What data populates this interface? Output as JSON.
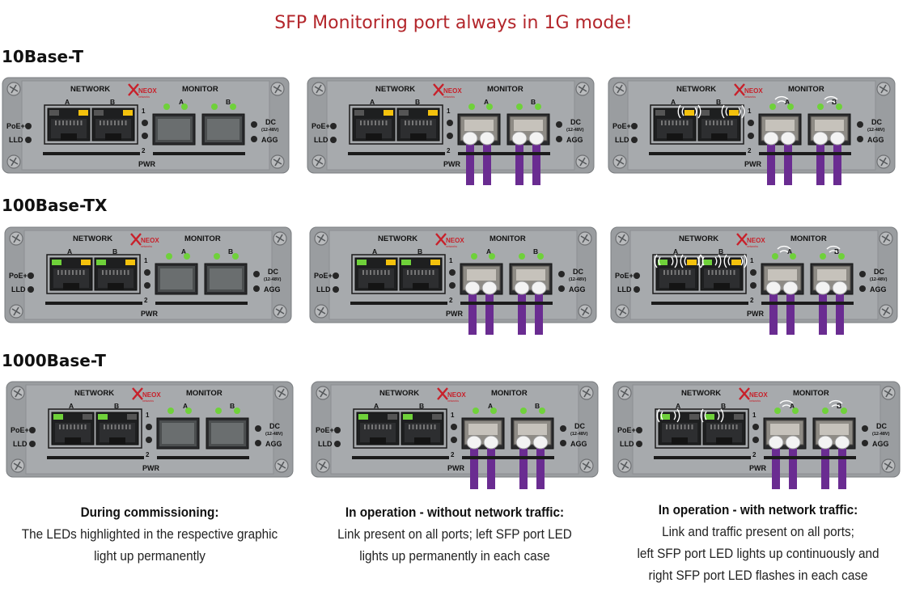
{
  "header": {
    "title": "SFP Monitoring port always in 1G mode!"
  },
  "sections": [
    {
      "label": "10Base-T"
    },
    {
      "label": "100Base-TX"
    },
    {
      "label": "1000Base-T"
    }
  ],
  "device_labels": {
    "network": "NETWORK",
    "monitor": "MONITOR",
    "brand": "NEOX",
    "brand_sub": "networks",
    "port_a": "A",
    "port_b": "B",
    "poe": "PoE+",
    "lld": "LLD",
    "dc": "DC",
    "dc_range": "(12-48V)",
    "agg": "AGG",
    "pwr": "PWR",
    "num1": "1",
    "num2": "2"
  },
  "colors": {
    "title": "#b3262b",
    "led_green": "#6fd13a",
    "led_yellow": "#f4c20d",
    "fiber": "#6a2c91",
    "panel": "#a4a7aa"
  },
  "devices": [
    {
      "row": 0,
      "col": 0,
      "rj_green": false,
      "rj_yellow": true,
      "fiber": false,
      "traffic": false
    },
    {
      "row": 0,
      "col": 1,
      "rj_green": false,
      "rj_yellow": true,
      "fiber": true,
      "traffic": false
    },
    {
      "row": 0,
      "col": 2,
      "rj_green": false,
      "rj_yellow": true,
      "fiber": true,
      "traffic": true
    },
    {
      "row": 1,
      "col": 0,
      "rj_green": true,
      "rj_yellow": true,
      "fiber": false,
      "traffic": false
    },
    {
      "row": 1,
      "col": 1,
      "rj_green": true,
      "rj_yellow": true,
      "fiber": true,
      "traffic": false
    },
    {
      "row": 1,
      "col": 2,
      "rj_green": true,
      "rj_yellow": true,
      "fiber": true,
      "traffic": true
    },
    {
      "row": 2,
      "col": 0,
      "rj_green": true,
      "rj_yellow": false,
      "fiber": false,
      "traffic": false
    },
    {
      "row": 2,
      "col": 1,
      "rj_green": true,
      "rj_yellow": false,
      "fiber": true,
      "traffic": false
    },
    {
      "row": 2,
      "col": 2,
      "rj_green": true,
      "rj_yellow": false,
      "fiber": true,
      "traffic": true
    }
  ],
  "captions": [
    {
      "heading": "During commissioning:",
      "lines": [
        "The LEDs highlighted in the respective graphic",
        "light up permanently"
      ]
    },
    {
      "heading": "In operation - without network traffic:",
      "lines": [
        "Link present on all ports; left SFP port LED",
        "lights up permanently in each case"
      ]
    },
    {
      "heading": "In operation - with network traffic:",
      "lines": [
        "Link and traffic present on all ports;",
        "left SFP port LED lights up continuously and",
        "right SFP port LED flashes in each case"
      ]
    }
  ]
}
